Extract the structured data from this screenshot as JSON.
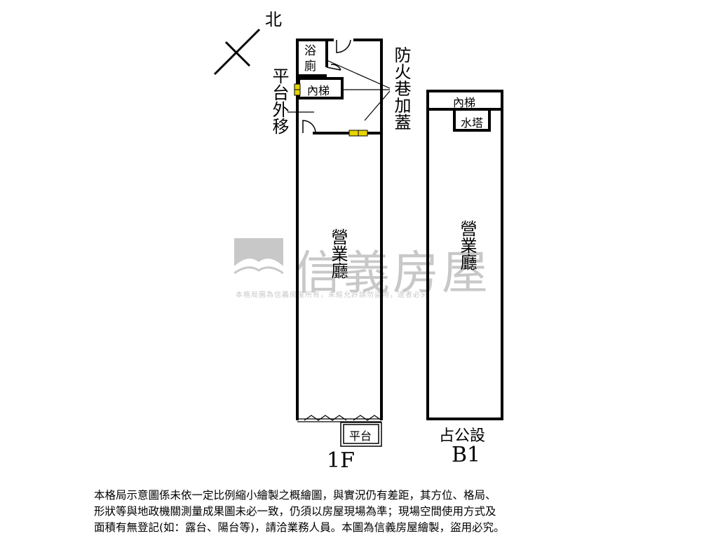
{
  "compass": {
    "label": "北"
  },
  "floor_1f": {
    "bath": "浴廁",
    "stair": "內梯",
    "hall": "營業廳",
    "platform": "平台",
    "floor_label": "1F",
    "note_platform": "平台外移",
    "note_fire": "防火巷加蓋"
  },
  "floor_b1": {
    "stair": "內梯",
    "water_tower": "水塔",
    "hall": "營業廳",
    "public_label": "占公設",
    "floor_label": "B1"
  },
  "watermark": {
    "brand": "信義房屋",
    "notice": "本格局圖為信義房屋所有，未經允許請勿盜用，違者必究"
  },
  "disclaimer": "本格局示意圖係未依一定比例縮小繪製之概繪圖，與實況仍有差距，其方位、格局、\n形狀等與地政機關測量成果圖未必一致，仍須以房屋現場為準；現場空間使用方式及\n面積有無登記(如：露台、陽台等)，請洽業務人員。本圖為信義房屋繪製，盜用必究。"
}
